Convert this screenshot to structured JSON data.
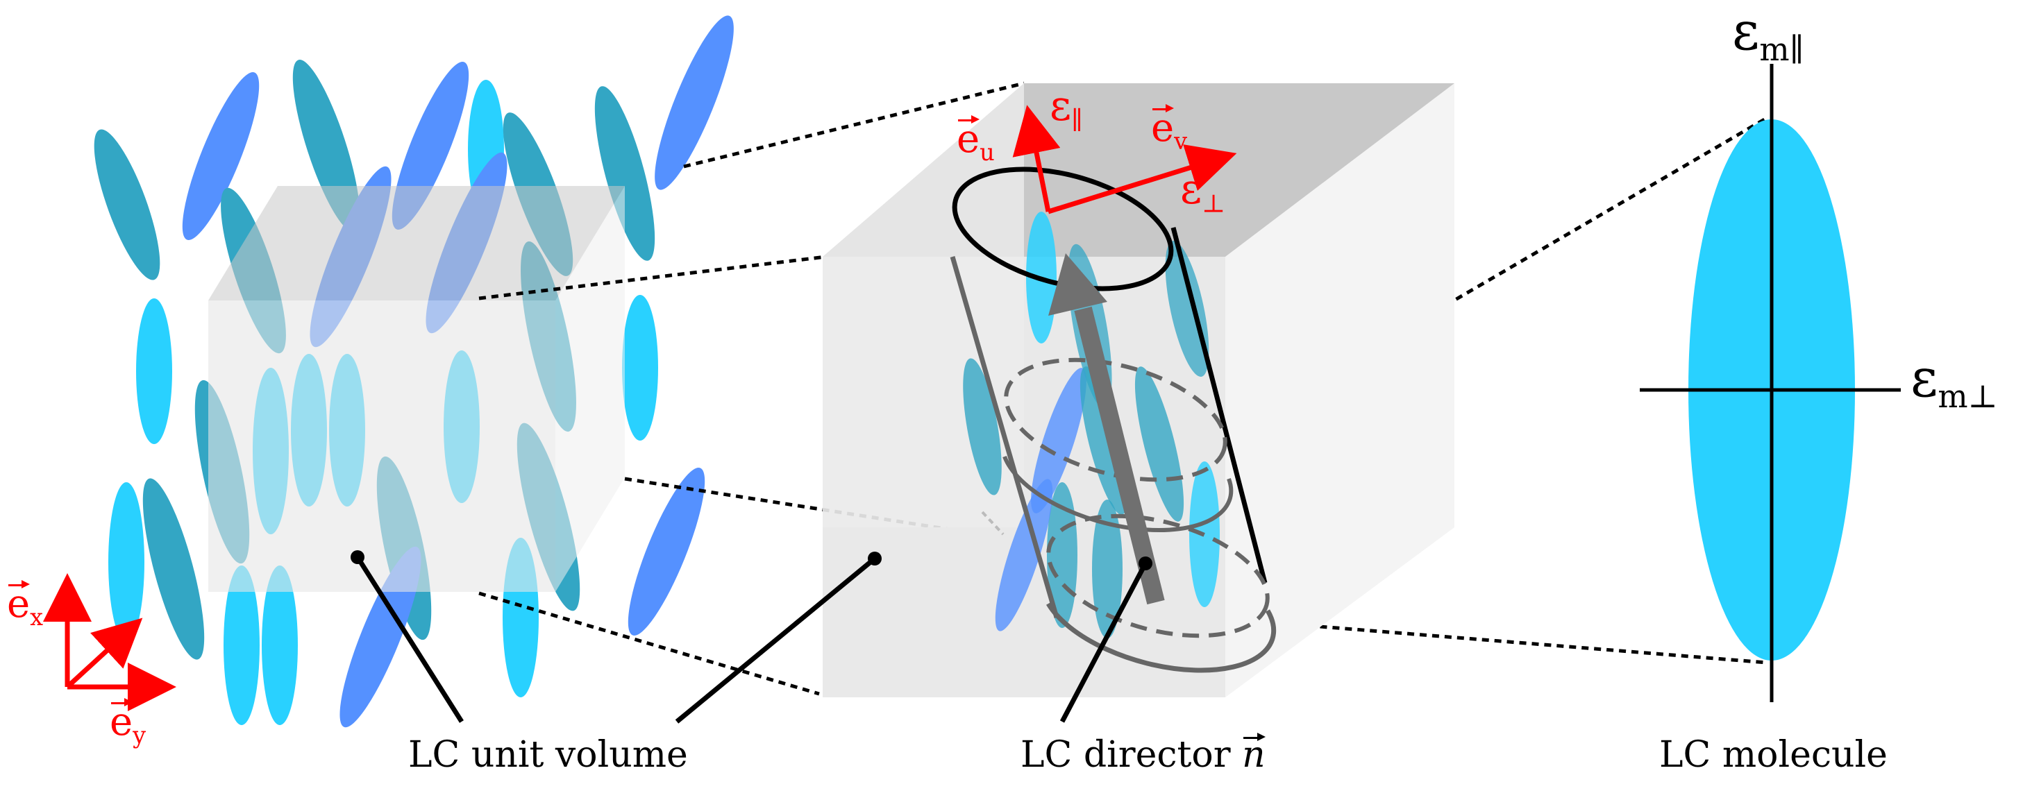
{
  "captions": {
    "unit_volume": "LC unit volume",
    "director": "LC director",
    "director_symbol": "n",
    "molecule": "LC molecule"
  },
  "axes_left": {
    "ex_base": "e",
    "ex_sub": "x",
    "ey_base": "e",
    "ey_sub": "y"
  },
  "axes_cube": {
    "eu_base": "e",
    "eu_sub": "u",
    "ev_base": "e",
    "ev_sub": "v",
    "eps_par_base": "ε",
    "eps_par_sub": "∥",
    "eps_perp_base": "ε",
    "eps_perp_sub": "⊥"
  },
  "molecule_axes": {
    "eps_m_par_base": "ε",
    "eps_m_par_sub": "m∥",
    "eps_m_perp_base": "ε",
    "eps_m_perp_sub": "m⊥"
  },
  "colors": {
    "molecule_light": "#29d1ff",
    "molecule_mid": "#33a6c4",
    "molecule_blue": "#5591ff",
    "axis_red": "#ff0000",
    "cube_face": "#e6e6e6",
    "cube_top": "#c8c8c8"
  }
}
